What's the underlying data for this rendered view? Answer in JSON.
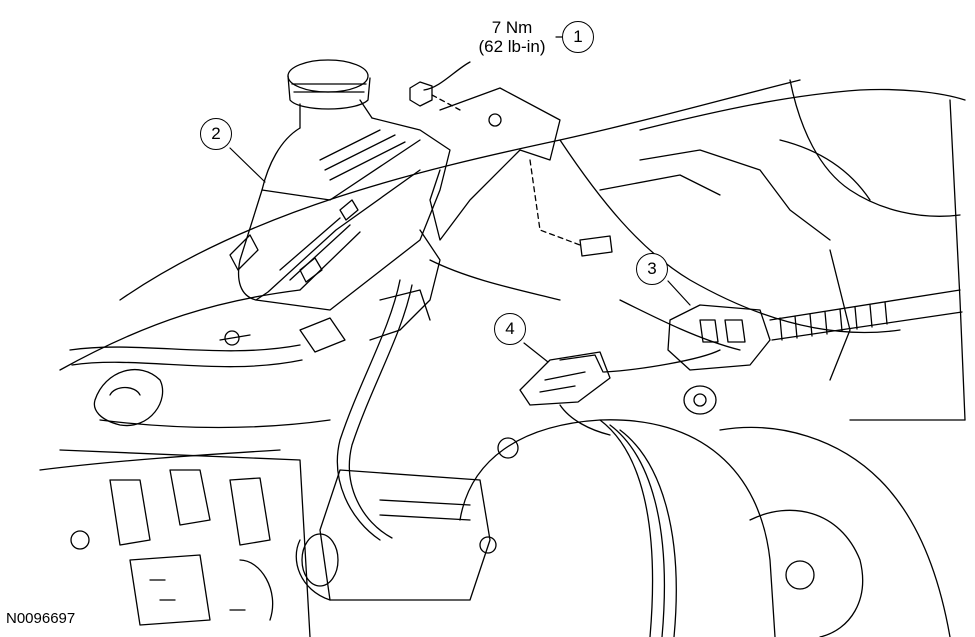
{
  "torque_spec": {
    "metric": "7 Nm",
    "imperial": "(62 lb-in)"
  },
  "callouts": [
    "1",
    "2",
    "3",
    "4"
  ],
  "figure_id": "N0096697",
  "colors": {
    "line": "#000000",
    "background": "#ffffff"
  }
}
